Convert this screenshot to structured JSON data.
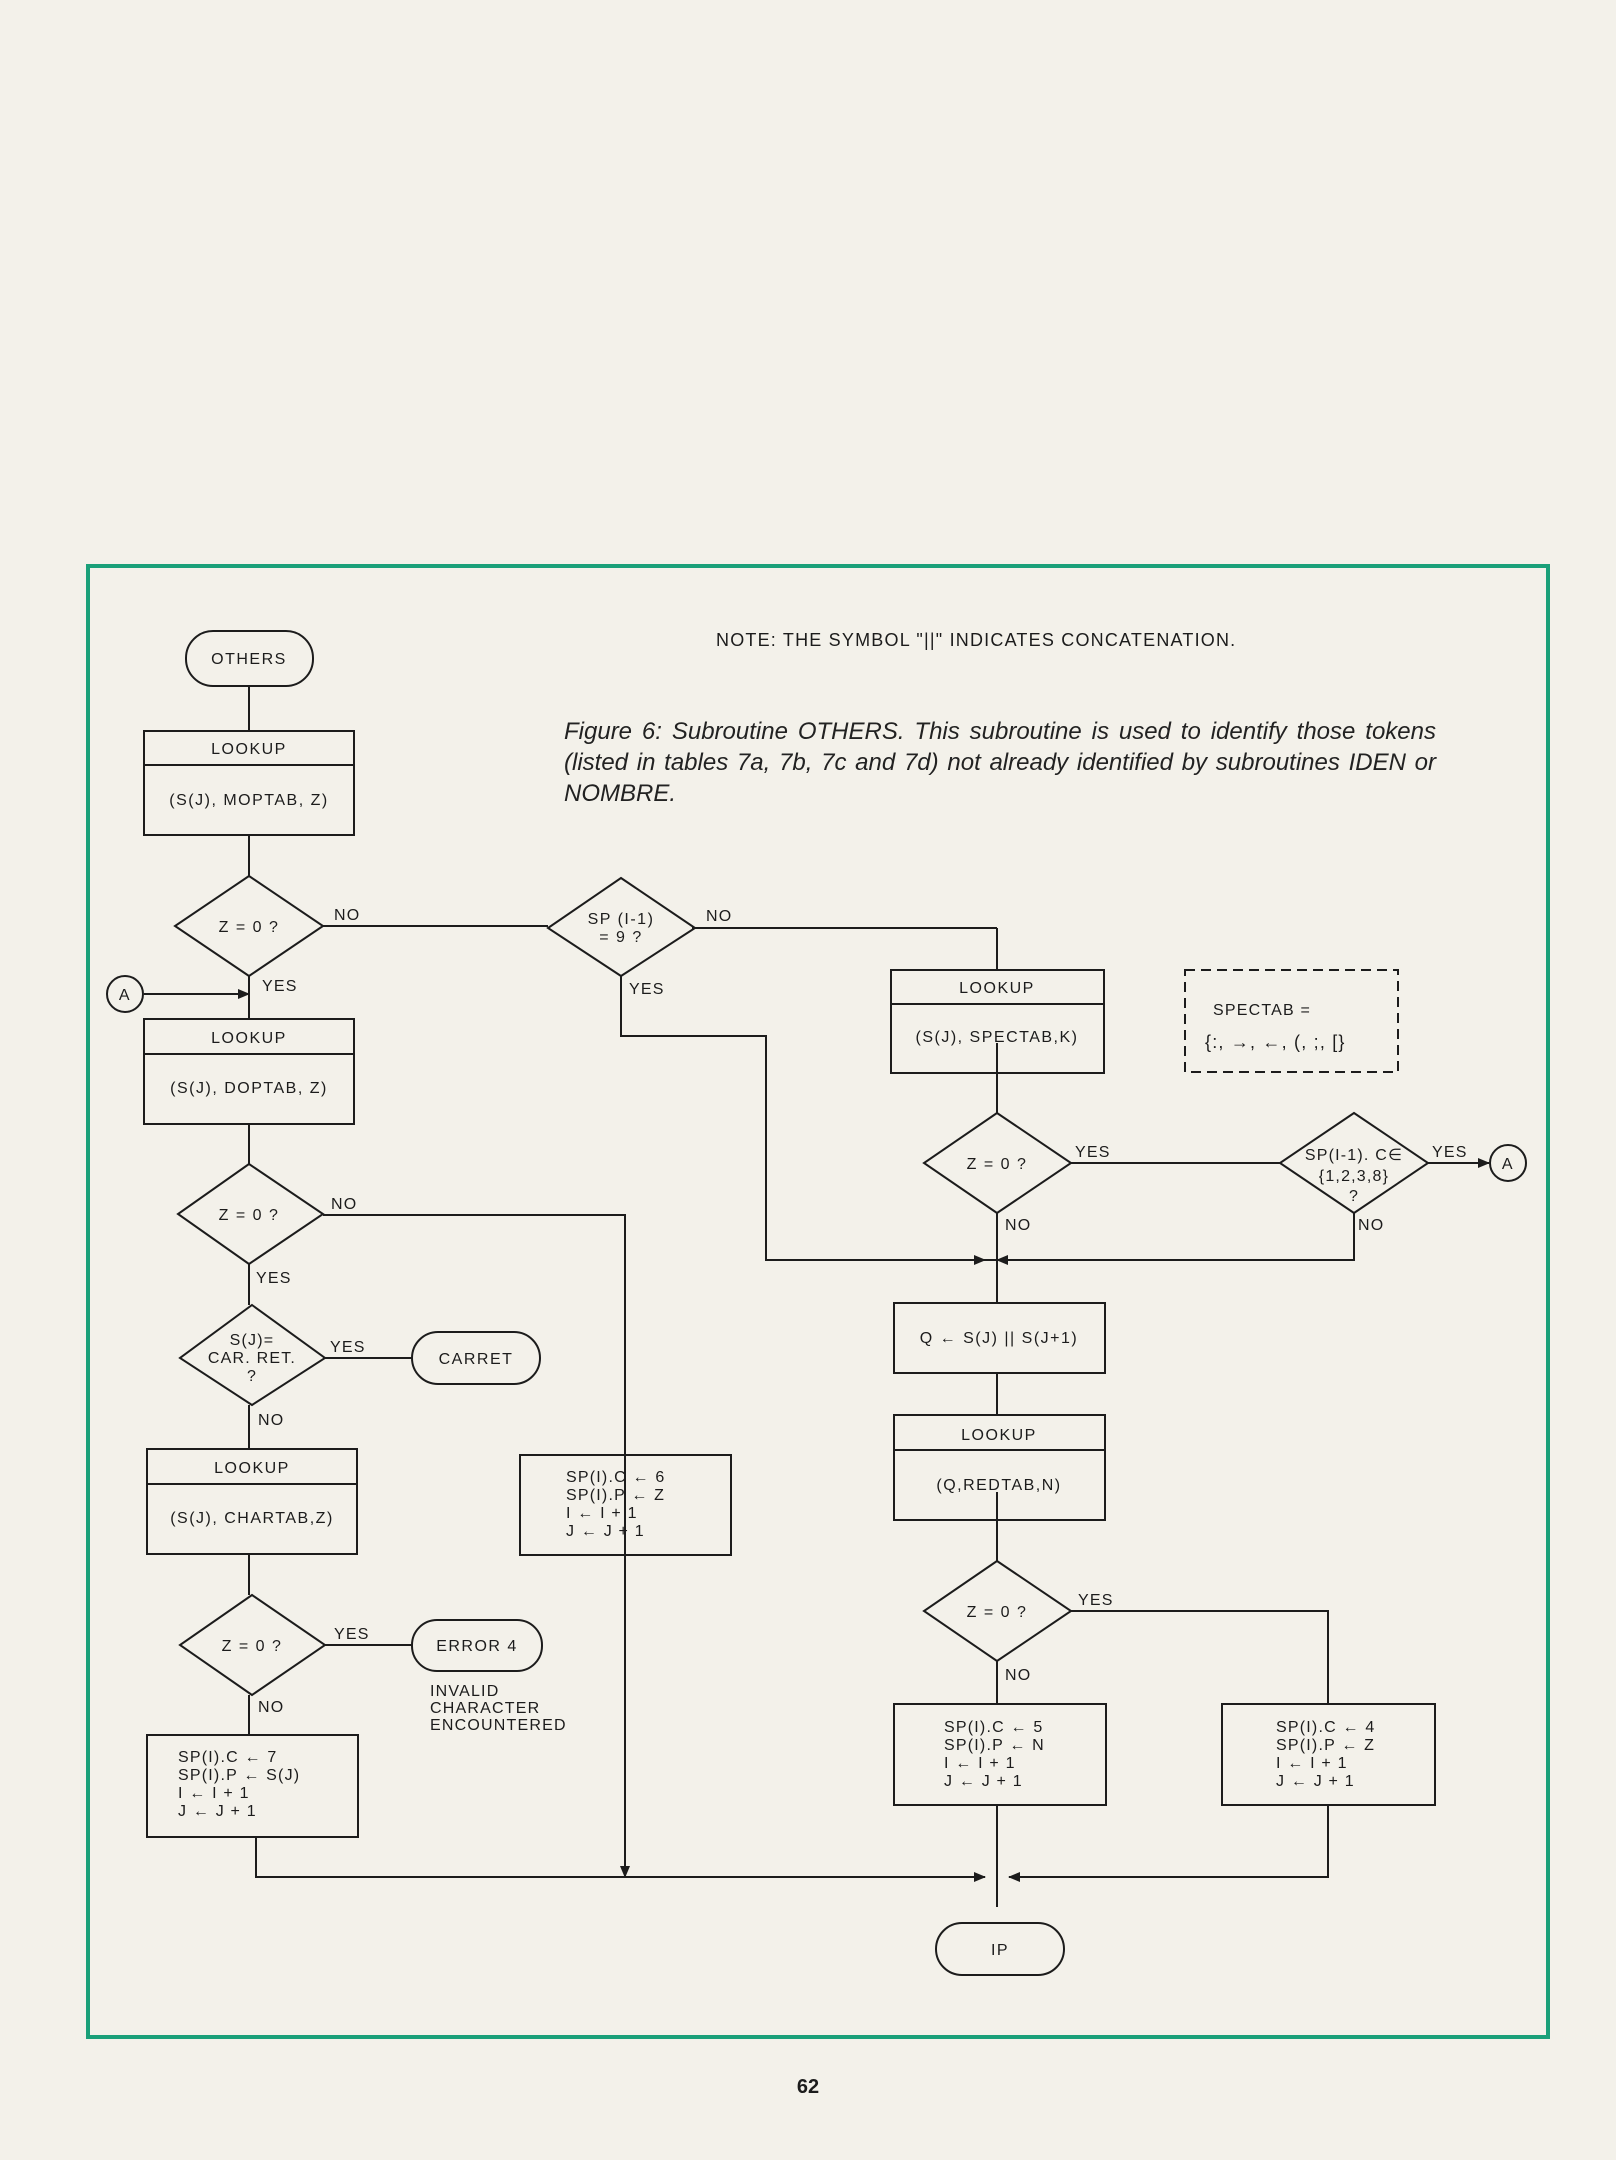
{
  "note": "NOTE: THE SYMBOL \"||\" INDICATES CONCATENATION.",
  "caption": "Figure 6: Subroutine OTHERS. This subroutine is used to identify those tokens (listed in tables 7a, 7b, 7c and 7d) not already identified by subroutines IDEN or NOMBRE.",
  "page_number": "62",
  "colors": {
    "frame": "#1aa079",
    "ink": "#1c1c1c",
    "paper": "#f3f1ea"
  },
  "nodes": {
    "others": "OTHERS",
    "lookup_label": "LOOKUP",
    "lookup_moptab": "(S(J), MOPTAB, Z)",
    "lookup_doptab": "(S(J), DOPTAB, Z)",
    "lookup_chartab": "(S(J), CHARTAB,Z)",
    "lookup_spectab": "(S(J), SPECTAB,K)",
    "lookup_redtab": "(Q,REDTAB,N)",
    "dec_z0": "Z = 0 ?",
    "dec_sp9_line1": "SP (I-1)",
    "dec_sp9_line2": "= 9 ?",
    "dec_car_line1": "S(J)=",
    "dec_car_line2": "CAR. RET.",
    "dec_car_line3": "?",
    "dec_spin_line1": "SP(I-1). C∈",
    "dec_spin_line2": "{1,2,3,8}",
    "dec_spin_line3": "?",
    "carret": "CARRET",
    "error4": "ERROR 4",
    "error_note_1": "INVALID",
    "error_note_2": "CHARACTER",
    "error_note_3": "ENCOUNTERED",
    "ip": "IP",
    "connector_a": "A",
    "concat": "Q ← S(J) || S(J+1)",
    "spectab_1": "SPECTAB =",
    "spectab_2": "{:, →, ←, (, ;, [}",
    "proc7": [
      "SP(I).C ← 7",
      "SP(I).P ← S(J)",
      "I ← I + 1",
      "J ← J + 1"
    ],
    "proc6": [
      "SP(I).C ← 6",
      "SP(I).P ← Z",
      "I ← I + 1",
      "J ← J + 1"
    ],
    "proc5": [
      "SP(I).C ← 5",
      "SP(I).P ← N",
      "I ← I + 1",
      "J ← J + 1"
    ],
    "proc4": [
      "SP(I).C ← 4",
      "SP(I).P ← Z",
      "I ← I + 1",
      "J ← J + 1"
    ],
    "yes": "YES",
    "no": "NO"
  }
}
